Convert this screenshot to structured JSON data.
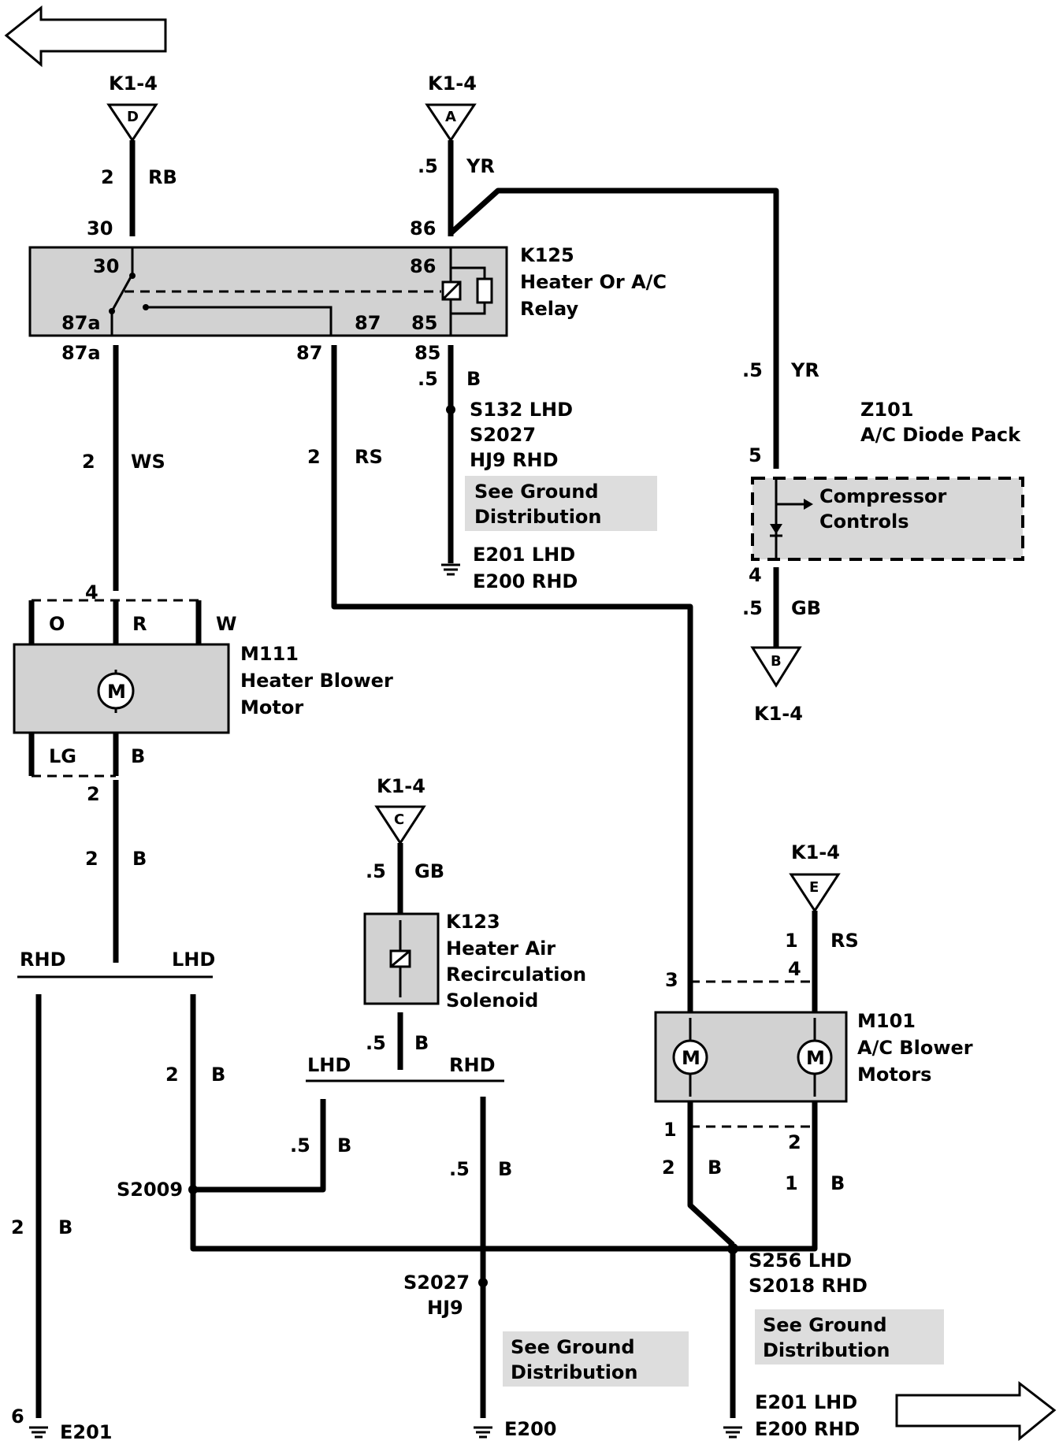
{
  "connectors": {
    "d": {
      "ref": "K1-4",
      "pin": "D"
    },
    "a": {
      "ref": "K1-4",
      "pin": "A"
    },
    "b": {
      "ref": "K1-4",
      "pin": "B"
    },
    "c": {
      "ref": "K1-4",
      "pin": "C"
    },
    "e": {
      "ref": "K1-4",
      "pin": "E"
    }
  },
  "components": {
    "k125": {
      "id": "K125",
      "name1": "Heater Or A/C",
      "name2": "Relay",
      "pins": {
        "p30": "30",
        "p86": "86",
        "p87a": "87a",
        "p87": "87",
        "p85": "85"
      }
    },
    "z101": {
      "id": "Z101",
      "name": "A/C Diode Pack",
      "inner1": "Compressor",
      "inner2": "Controls",
      "pin_top": "5",
      "pin_bottom": "4"
    },
    "m111": {
      "id": "M111",
      "name1": "Heater Blower",
      "name2": "Motor",
      "motor": "M",
      "pin_top": "4",
      "pin_bottom": "2",
      "taps": {
        "o": "O",
        "r": "R",
        "w": "W",
        "lg": "LG",
        "b": "B"
      }
    },
    "k123": {
      "id": "K123",
      "name1": "Heater Air",
      "name2": "Recirculation",
      "name3": "Solenoid"
    },
    "m101": {
      "id": "M101",
      "name1": "A/C Blower",
      "name2": "Motors",
      "motor": "M",
      "pins": {
        "p3": "3",
        "p4": "4",
        "p1": "1",
        "p2": "2"
      }
    }
  },
  "wires": {
    "w_d": {
      "size": "2",
      "color": "RB"
    },
    "w_a": {
      "size": ".5",
      "color": "YR"
    },
    "w_yr2": {
      "size": ".5",
      "color": "YR"
    },
    "w_85": {
      "size": ".5",
      "color": "B"
    },
    "w_ws": {
      "size": "2",
      "color": "WS"
    },
    "w_rs": {
      "size": "2",
      "color": "RS"
    },
    "w_gb_b": {
      "size": ".5",
      "color": "GB"
    },
    "w_m111b": {
      "size": "2",
      "color": "B"
    },
    "w_gb_c": {
      "size": ".5",
      "color": "GB"
    },
    "w_k123b": {
      "size": ".5",
      "color": "B"
    },
    "w_e": {
      "size": "1",
      "color": "RS"
    },
    "w_lhd": {
      "size": "2",
      "color": "B"
    },
    "w_rhd": {
      "size": "2",
      "color": "B"
    },
    "w_s2009": {
      "size": ".5",
      "color": "B"
    },
    "w_s2027": {
      "size": ".5",
      "color": "B"
    },
    "w_m1": {
      "size": "2",
      "color": "B"
    },
    "w_m2": {
      "size": "1",
      "color": "B"
    }
  },
  "pins_misc": {
    "relay_top_30": "30",
    "relay_top_86": "86",
    "relay_bot_87a": "87a",
    "relay_bot_87": "87",
    "relay_bot_85": "85",
    "e201_pin": "6"
  },
  "options": {
    "rhd": "RHD",
    "lhd": "LHD"
  },
  "splices": {
    "s132": {
      "l1": "S132  LHD",
      "l2": "S2027",
      "l3": "HJ9  RHD"
    },
    "s2009": "S2009",
    "s2027": {
      "l1": "S2027",
      "l2": "HJ9"
    },
    "s256": {
      "l1": "S256  LHD",
      "l2": "S2018  RHD"
    }
  },
  "notes": {
    "line1": "See Ground",
    "line2": "Distribution"
  },
  "grounds": {
    "g1": {
      "l1": "E201   LHD",
      "l2": "E200   RHD"
    },
    "g_e201": "E201",
    "g_e200": "E200",
    "g3": {
      "l1": "E201   LHD",
      "l2": "E200   RHD"
    }
  }
}
